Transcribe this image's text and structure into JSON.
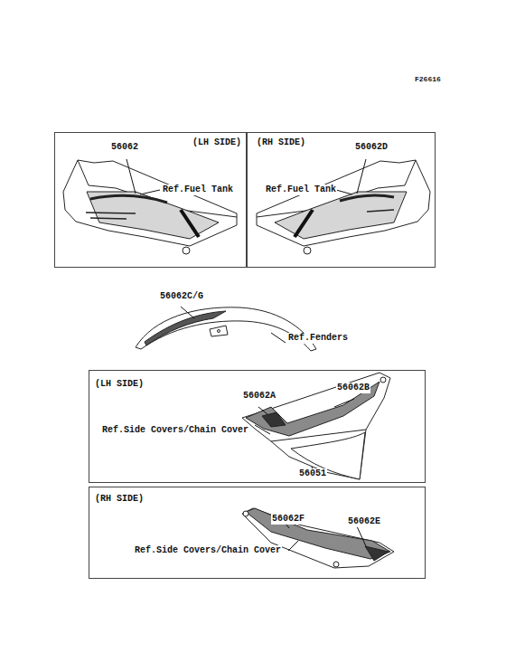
{
  "diagram": {
    "nodes": [
      {
        "text": [
          "(LH SIDE)"
        ]
      },
      {
        "text": [
          "(RH SIDE)"
        ]
      },
      {
        "text": [
          "(LH SIDE)"
        ]
      },
      {
        "text": [
          "(RH SIDE)"
        ]
      }
    ],
    "labels": [
      "F26616",
      "56062",
      "Ref.Fuel Tank",
      "56062D",
      "Ref.Fuel Tank",
      "56062C/G",
      "Ref.Fenders",
      "56062B",
      "56062A",
      "Ref.Side Covers/Chain Cover",
      "56051",
      "56062F",
      "56062E",
      "Ref.Side Covers/Chain Cover"
    ]
  }
}
